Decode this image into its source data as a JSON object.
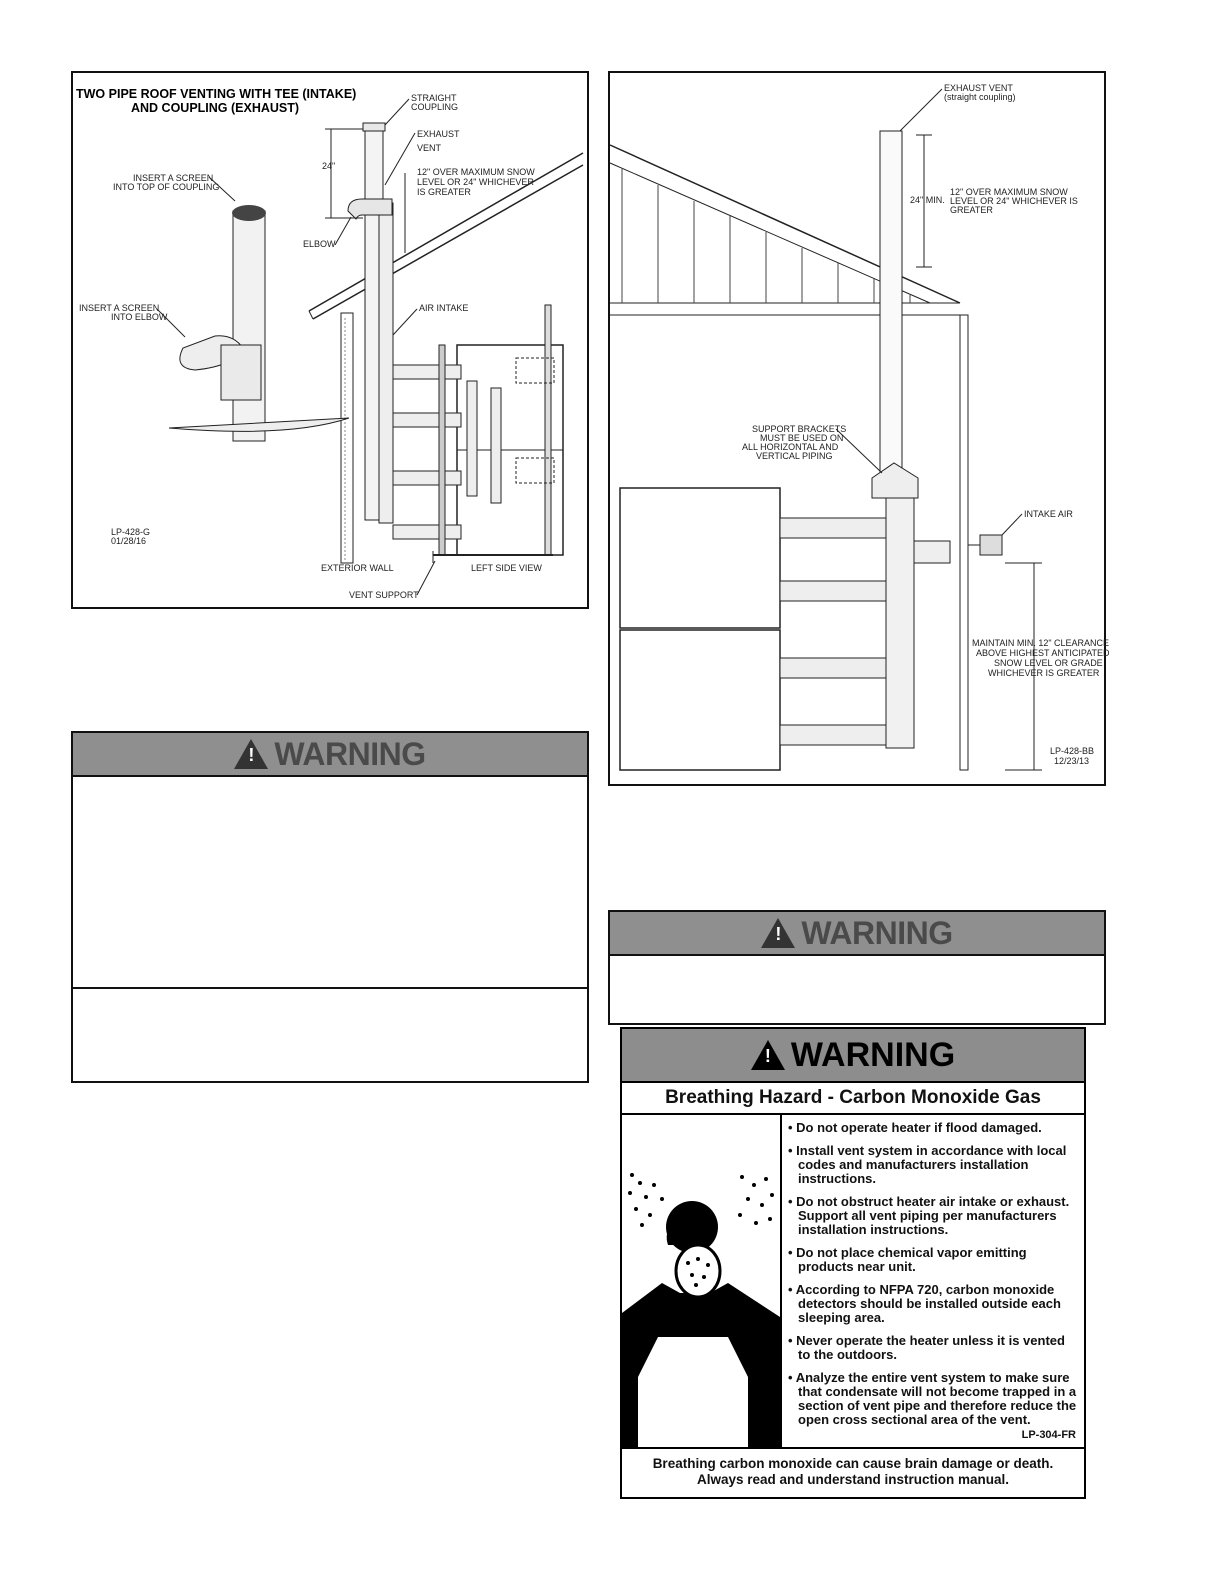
{
  "figure_left": {
    "title_line1": "TWO PIPE ROOF VENTING WITH TEE (INTAKE)",
    "title_line2": "AND COUPLING (EXHAUST)",
    "straight_coupling_1": "STRAIGHT",
    "straight_coupling_2": "COUPLING",
    "exhaust_1": "EXHAUST",
    "exhaust_2": "VENT",
    "dim_24": "24\"",
    "snow_1": "12\" OVER MAXIMUM SNOW",
    "snow_2": "LEVEL OR 24\" WHICHEVER",
    "snow_3": "IS GREATER",
    "screen_top_1": "INSERT A SCREEN",
    "screen_top_2": "INTO TOP OF COUPLING",
    "screen_elbow_1": "INSERT A SCREEN",
    "screen_elbow_2": "INTO ELBOW",
    "elbow": "ELBOW",
    "air_intake": "AIR INTAKE",
    "code_1": "LP-428-G",
    "code_2": "01/28/16",
    "exterior_wall": "EXTERIOR WALL",
    "left_side_view": "LEFT SIDE VIEW",
    "vent_support": "VENT SUPPORT"
  },
  "figure_right": {
    "exhaust_1": "EXHAUST VENT",
    "exhaust_2": "(straight coupling)",
    "dim_24min": "24\" MIN.",
    "snow_1": "12\" OVER MAXIMUM SNOW",
    "snow_2": "LEVEL OR 24\" WHICHEVER IS",
    "snow_3": "GREATER",
    "brackets_1": "SUPPORT BRACKETS",
    "brackets_2": "MUST BE USED ON",
    "brackets_3": "ALL HORIZONTAL AND",
    "brackets_4": "VERTICAL PIPING",
    "intake_air": "INTAKE AIR",
    "clear_1": "MAINTAIN MIN. 12\" CLEARANCE",
    "clear_2": "ABOVE HIGHEST ANTICIPATED",
    "clear_3": "SNOW LEVEL OR GRADE",
    "clear_4": "WHICHEVER IS GREATER",
    "code_1": "LP-428-BB",
    "code_2": "12/23/13"
  },
  "warning_left": {
    "heading": "WARNING"
  },
  "warning_right": {
    "heading": "WARNING"
  },
  "co_label": {
    "heading": "WARNING",
    "subheading": "Breathing Hazard - Carbon Monoxide Gas",
    "bullets": [
      "Do not operate heater if flood damaged.",
      "Install vent system in accordance with local codes and manufacturers installation instructions.",
      "Do not obstruct heater air intake or exhaust. Support all vent piping per manufacturers installation instructions.",
      "Do not place chemical vapor emitting products near unit.",
      "According to NFPA 720, carbon monoxide detectors should be installed outside each sleeping area.",
      "Never operate the heater unless it is vented to the outdoors.",
      "Analyze the entire vent system to make sure that condensate will not become trapped in a section of vent pipe and therefore reduce the open cross sectional area of the vent."
    ],
    "code": "LP-304-FR",
    "footer_1": "Breathing carbon monoxide can cause brain damage or death.",
    "footer_2": "Always read and understand instruction manual."
  }
}
